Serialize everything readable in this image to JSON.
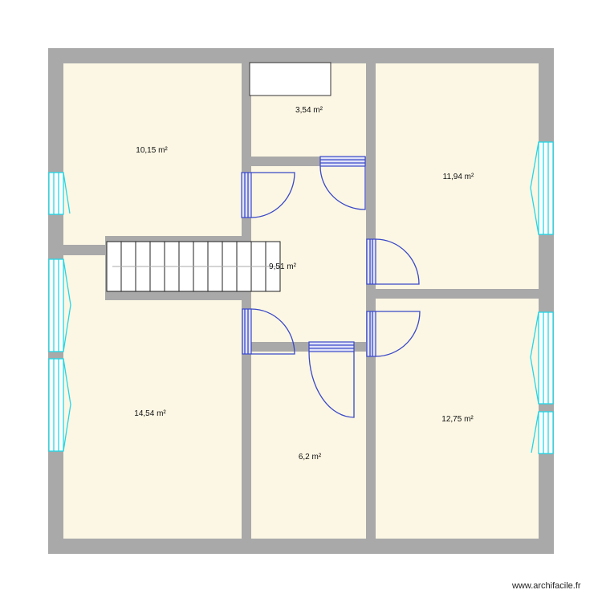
{
  "plan": {
    "rooms": [
      {
        "id": "room-top-left",
        "area": "10,15 m²"
      },
      {
        "id": "room-storage",
        "area": "3,54 m²"
      },
      {
        "id": "room-top-right",
        "area": "11,94 m²"
      },
      {
        "id": "room-hall",
        "area": "9,51 m²"
      },
      {
        "id": "room-bottom-left",
        "area": "14,54 m²"
      },
      {
        "id": "room-bath",
        "area": "6,2 m²"
      },
      {
        "id": "room-bottom-right",
        "area": "12,75 m²"
      }
    ],
    "colors": {
      "wall": "#a9a9a9",
      "floor": "#fcf7e4",
      "door": "#3a48c8",
      "window": "#22d8e8"
    },
    "stair_steps": 12
  },
  "watermark": "www.archifacile.fr"
}
